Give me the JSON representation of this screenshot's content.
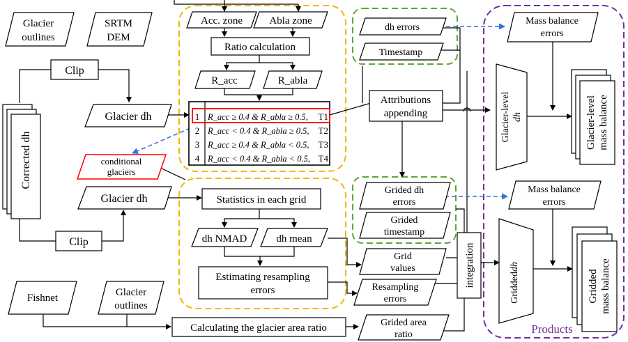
{
  "colors": {
    "orange_group": "#f2b705",
    "green_group": "#5aa832",
    "purple_group": "#7030a0",
    "highlight_red": "#ff0000",
    "dashed_arrow": "#2e75d6",
    "products_text": "#7030a0"
  },
  "inputs": {
    "glacier_outlines_top_1": "Glacier",
    "glacier_outlines_top_2": "outlines",
    "srtm_1": "SRTM",
    "srtm_2": "DEM",
    "corrected_dh": "Corrected dh",
    "clip_top": "Clip",
    "clip_bottom": "Clip",
    "glacier_dh_top": "Glacier dh",
    "glacier_dh_bottom": "Glacier dh",
    "conditional_1": "conditional",
    "conditional_2": "glaciers",
    "fishnet": "Fishnet",
    "glacier_outlines_bottom_1": "Glacier",
    "glacier_outlines_bottom_2": "outlines"
  },
  "ratio_section": {
    "acc_zone": "Acc. zone",
    "abla_zone": "Abla zone",
    "ratio_calc": "Ratio calculation",
    "r_acc": "R_acc",
    "r_abla": "R_abla",
    "rows": [
      {
        "num": "1",
        "cond": "R_acc ≥ 0.4 & R_abla ≥ 0.5,",
        "type": "T1"
      },
      {
        "num": "2",
        "cond": "R_acc < 0.4 & R_abla ≥ 0.5,",
        "type": "T2"
      },
      {
        "num": "3",
        "cond": "R_acc ≥ 0.4 & R_abla < 0.5,",
        "type": "T3"
      },
      {
        "num": "4",
        "cond": "R_acc < 0.4 & R_abla < 0.5,",
        "type": "T4"
      }
    ]
  },
  "grid_section": {
    "statistics": "Statistics in each grid",
    "dh_nmad": "dh NMAD",
    "dh_mean": "dh mean",
    "estimating_1": "Estimating resampling",
    "estimating_2": "errors",
    "calc_area_ratio": "Calculating the glacier area ratio"
  },
  "attributes": {
    "dh_errors": "dh errors",
    "timestamp": "Timestamp",
    "attributions_1": "Attributions",
    "attributions_2": "appending",
    "grided_dh_errors_1": "Grided dh",
    "grided_dh_errors_2": "errors",
    "grided_timestamp_1": "Grided",
    "grided_timestamp_2": "timestamp",
    "grid_values_1": "Grid",
    "grid_values_2": "values",
    "resampling_errors_1": "Resampling",
    "resampling_errors_2": "errors",
    "grided_area_ratio_1": "Grided area",
    "grided_area_ratio_2": "ratio",
    "integration": "integration"
  },
  "products": {
    "mb_errors_top_1": "Mass balance",
    "mb_errors_top_2": "errors",
    "glacier_level_dh_1": "Glacier-level",
    "glacier_level_dh_2": "dh",
    "glacier_level_mb_1": "Glacier-level",
    "glacier_level_mb_2": "mass balance",
    "mb_errors_bottom_1": "Mass balance",
    "mb_errors_bottom_2": "errors",
    "gridded_dh_1": "Gridded",
    "gridded_dh_2": "dh",
    "gridded_mb_1": "Gridded",
    "gridded_mb_2": "mass balance",
    "label": "Products"
  }
}
